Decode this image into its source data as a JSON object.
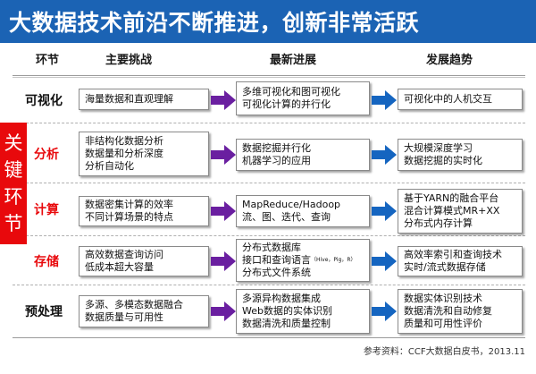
{
  "title": "大数据技术前沿不断推进，创新非常活跃",
  "headers": {
    "segment": "环节",
    "challenges": "主要挑战",
    "progress": "最新进展",
    "trends": "发展趋势"
  },
  "key_label": [
    "关",
    "键",
    "环",
    "节"
  ],
  "rows": [
    {
      "label": "可视化",
      "challenges": [
        "海量数据和直观理解"
      ],
      "progress": [
        "多维可视化和图可视化",
        "可视化计算的并行化"
      ],
      "trends": [
        "可视化中的人机交互"
      ]
    },
    {
      "label": "分析",
      "challenges": [
        "非结构化数据分析",
        "数据量和分析深度",
        "分析自动化"
      ],
      "progress": [
        "数据挖掘并行化",
        "机器学习的应用"
      ],
      "trends": [
        "大规模深度学习",
        "数据挖掘的实时化"
      ]
    },
    {
      "label": "计算",
      "challenges": [
        "数据密集计算的效率",
        "不同计算场景的特点"
      ],
      "progress": [
        "MapReduce/Hadoop",
        "流、图、迭代、查询"
      ],
      "trends": [
        "基于YARN的融合平台",
        "混合计算模式MR+XX",
        "分布式内存计算"
      ]
    },
    {
      "label": "存储",
      "challenges": [
        "高效数据查询访问",
        "低成本超大容量"
      ],
      "progress": [
        "分布式数据库",
        "接口和查询语言",
        "分布式文件系统"
      ],
      "progress_note": "（Hive，Pig，R）",
      "trends": [
        "高效率索引和查询技术",
        "实时/流式数据存储"
      ]
    },
    {
      "label": "预处理",
      "challenges": [
        "多源、多模态数据融合",
        "数据质量与可用性"
      ],
      "progress": [
        "多源异构数据集成",
        "Web数据的实体识别",
        "数据清洗和质量控制"
      ],
      "trends": [
        "数据实体识别技术",
        "数据清洗和自动修复",
        "质量和可用性评价"
      ]
    }
  ],
  "footnote": "参考资料：CCF大数据白皮书，2013.11",
  "colors": {
    "title_bg": "#1b63b4",
    "key_red": "#e8090c",
    "arrow_purple": "#6a1fa0",
    "arrow_blue": "#1565c0"
  }
}
